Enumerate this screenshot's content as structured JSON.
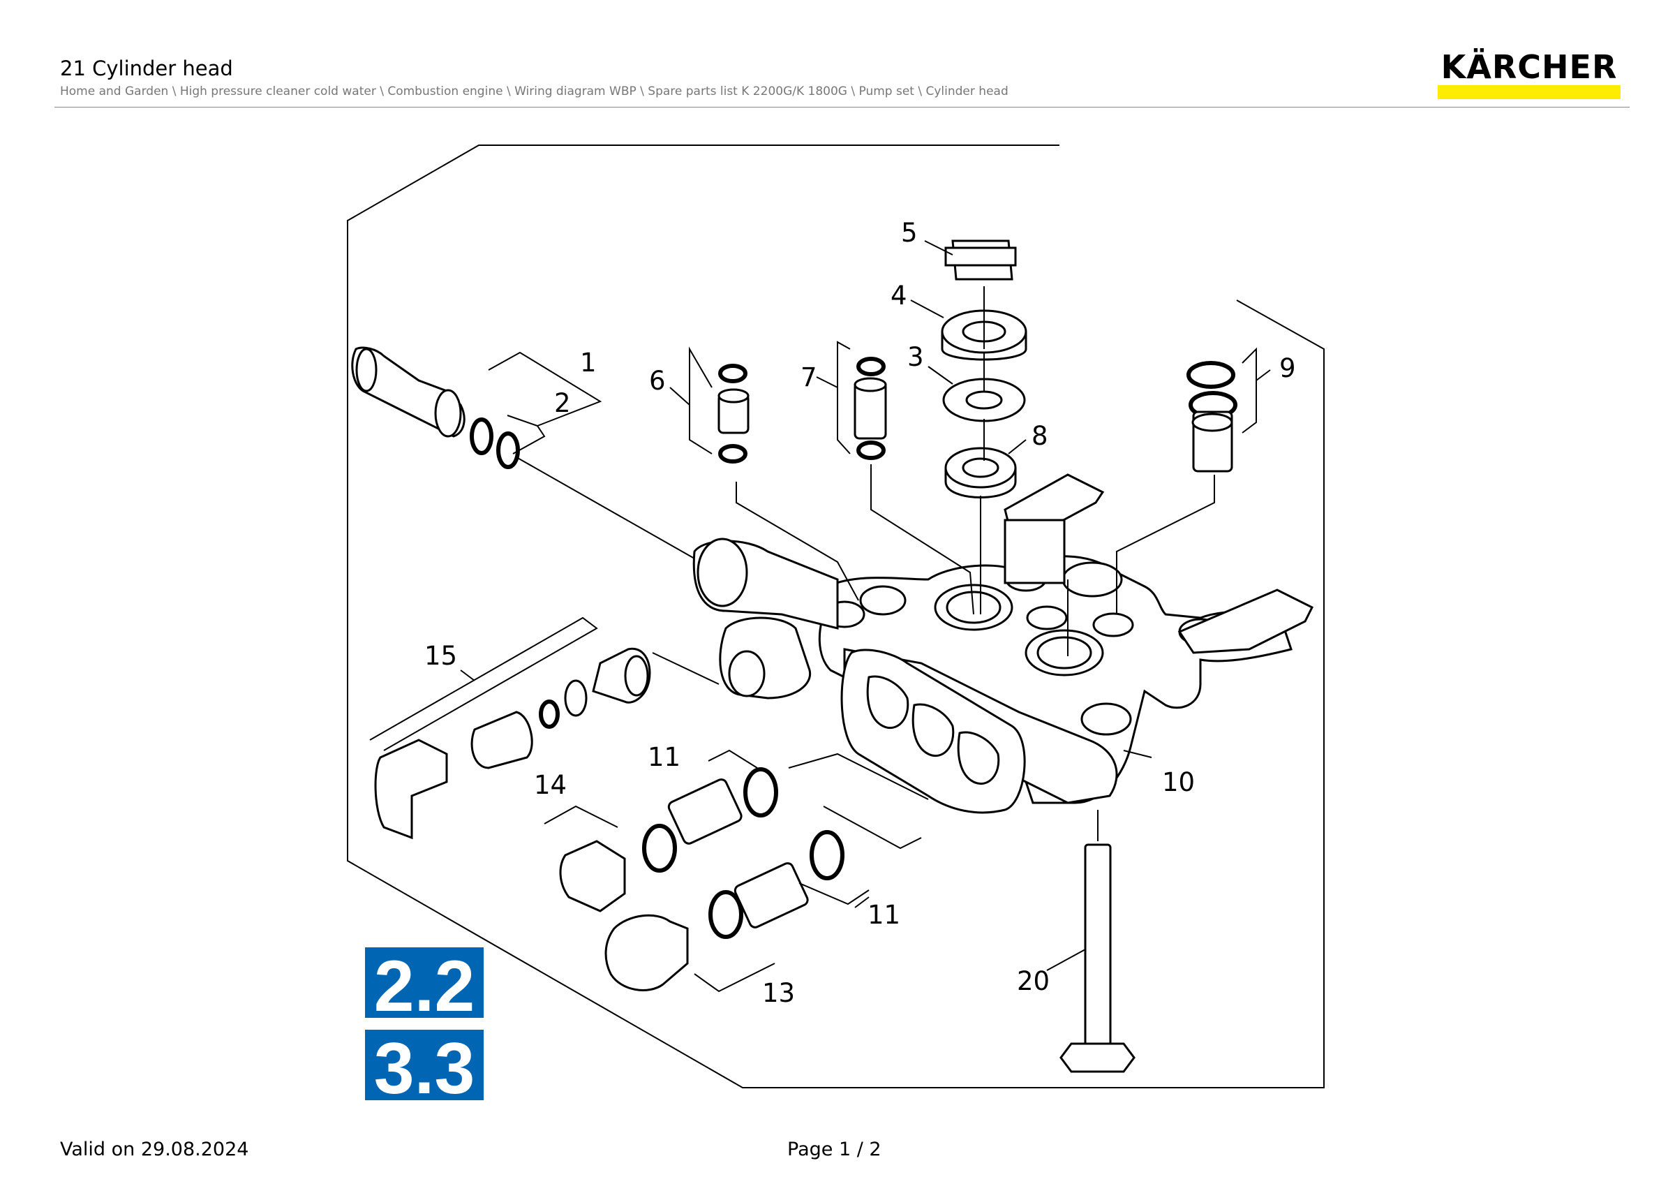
{
  "header": {
    "title": "21 Cylinder head",
    "breadcrumb": "Home and Garden \\ High pressure cleaner cold water \\ Combustion engine \\ Wiring diagram WBP \\ Spare parts list K 2200G/K 1800G \\ Pump set \\ Cylinder head"
  },
  "logo": {
    "text": "KÄRCHER",
    "bar_color": "#ffed00"
  },
  "diagram": {
    "callouts": {
      "c1": "1",
      "c2": "2",
      "c3": "3",
      "c4": "4",
      "c5": "5",
      "c6": "6",
      "c7": "7",
      "c8": "8",
      "c9": "9",
      "c10": "10",
      "c11a": "11",
      "c11b": "11",
      "c13": "13",
      "c14": "14",
      "c15": "15",
      "c20": "20"
    },
    "badges": [
      "2.2",
      "3.3"
    ],
    "badge_color": "#0066b3"
  },
  "footer": {
    "valid": "Valid on 29.08.2024",
    "page": "Page 1 / 2"
  }
}
